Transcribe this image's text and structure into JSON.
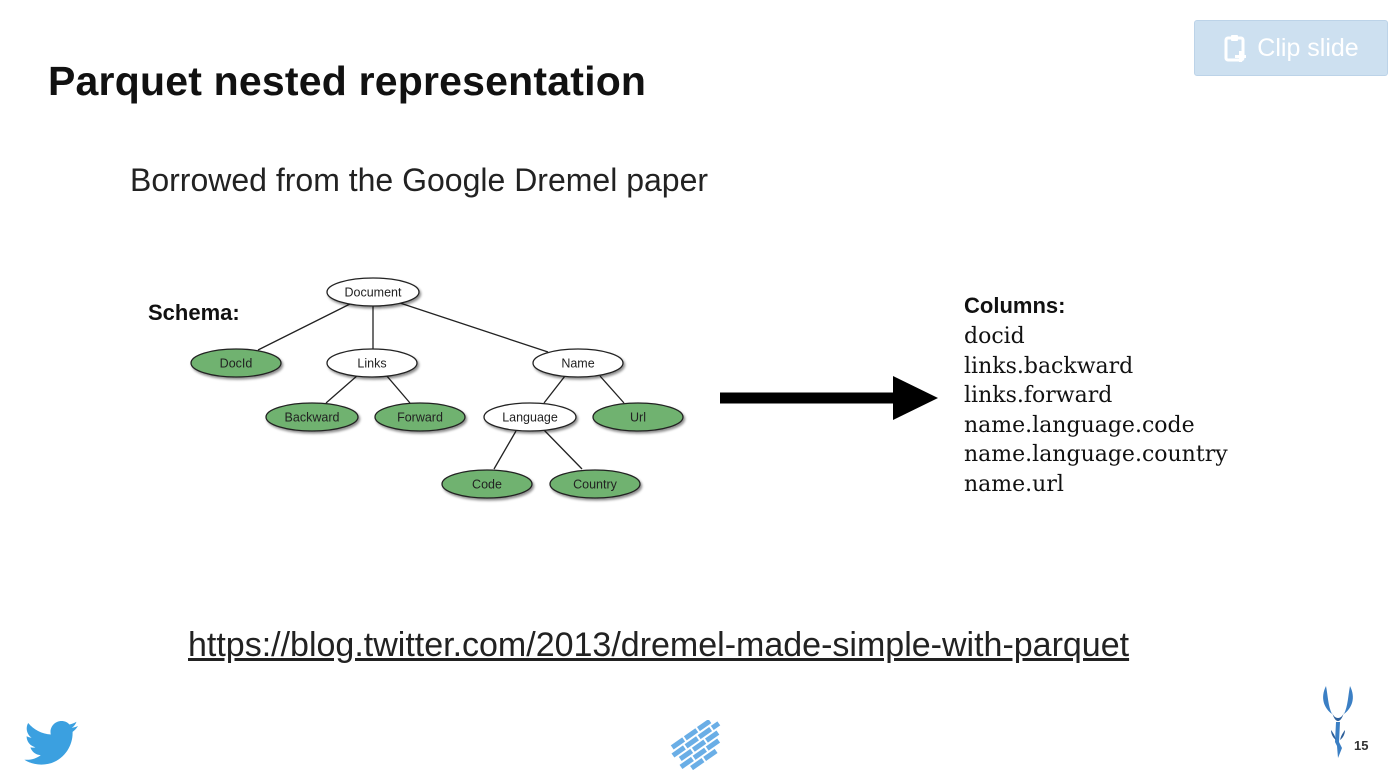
{
  "slide": {
    "title": "Parquet nested representation",
    "subtitle": "Borrowed from the Google Dremel paper",
    "link": "https://blog.twitter.com/2013/dremel-made-simple-with-parquet",
    "number": "15"
  },
  "clip_button": {
    "label": "Clip slide"
  },
  "schema": {
    "label": "Schema:",
    "nodes": {
      "document": "Document",
      "docid": "DocId",
      "links": "Links",
      "name": "Name",
      "backward": "Backward",
      "forward": "Forward",
      "language": "Language",
      "url": "Url",
      "code": "Code",
      "country": "Country"
    },
    "colors": {
      "leaf": "#6fb26f",
      "inner": "#ffffff"
    }
  },
  "columns": {
    "title": "Columns:",
    "items": [
      "docid",
      "links.backward",
      "links.forward",
      "name.language.code",
      "name.language.country",
      "name.url"
    ]
  },
  "icons": {
    "left": "twitter-bird-icon",
    "center": "parquet-logo-icon",
    "right": "apache-drill-logo-icon"
  }
}
